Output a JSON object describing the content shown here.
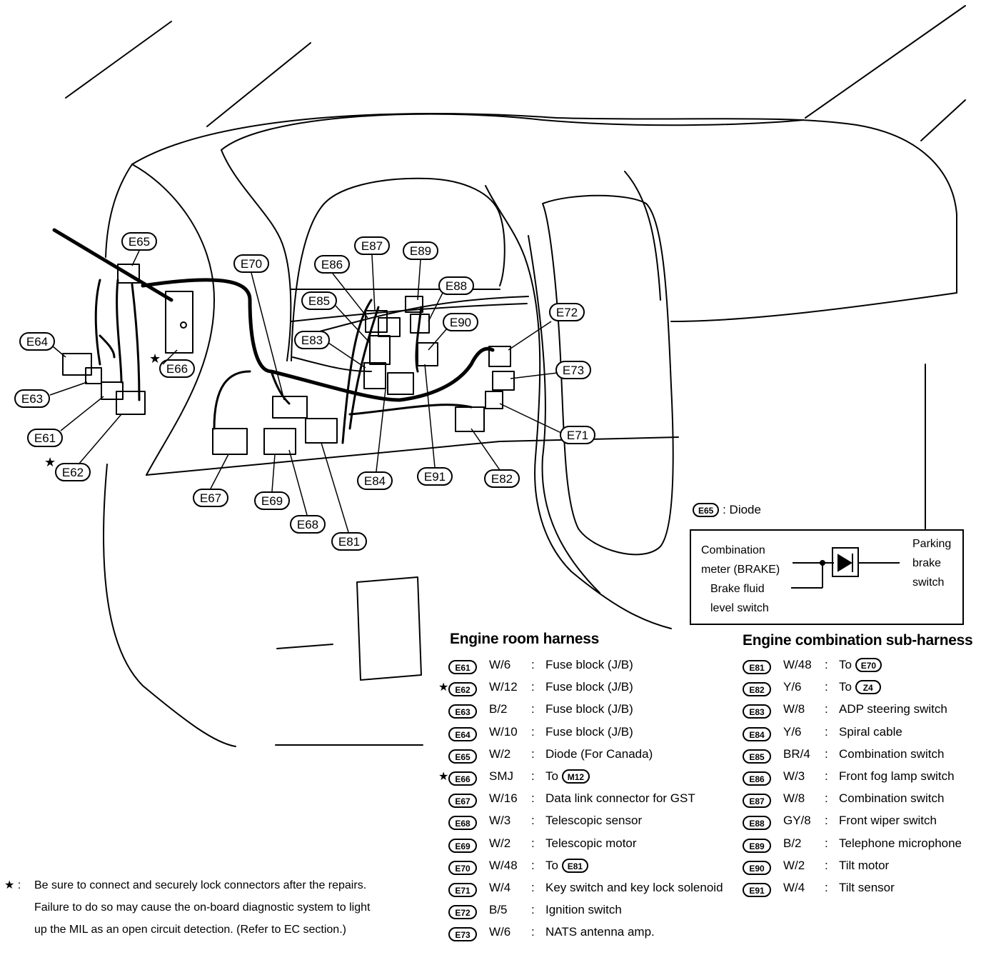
{
  "callouts": {
    "E65": "E65",
    "E70": "E70",
    "E86": "E86",
    "E87": "E87",
    "E89": "E89",
    "E88": "E88",
    "E85": "E85",
    "E90": "E90",
    "E72": "E72",
    "E83": "E83",
    "E64": "E64",
    "E66": "E66",
    "E73": "E73",
    "E63": "E63",
    "E61": "E61",
    "E71": "E71",
    "E62": "E62",
    "E84": "E84",
    "E91": "E91",
    "E82": "E82",
    "E67": "E67",
    "E69": "E69",
    "E68": "E68",
    "E81": "E81"
  },
  "star_symbol": "★",
  "diode_legend": {
    "tag": "E65",
    "text": ": Diode"
  },
  "diode_box": {
    "left_label_1": "Combination",
    "left_label_2": "meter (BRAKE)",
    "bottom_label_1": "Brake fluid",
    "bottom_label_2": "level switch",
    "right_label_1": "Parking",
    "right_label_2": "brake",
    "right_label_3": "switch"
  },
  "engine_room_harness": {
    "title": "Engine room harness",
    "rows": [
      {
        "id": "E61",
        "code": "W/6",
        "sep": ":",
        "desc": "Fuse block (J/B)"
      },
      {
        "id": "E62",
        "code": "W/12",
        "sep": ":",
        "desc": "Fuse block (J/B)"
      },
      {
        "id": "E63",
        "code": "B/2",
        "sep": ":",
        "desc": "Fuse block (J/B)"
      },
      {
        "id": "E64",
        "code": "W/10",
        "sep": ":",
        "desc": "Fuse block (J/B)"
      },
      {
        "id": "E65",
        "code": "W/2",
        "sep": ":",
        "desc": "Diode (For Canada)"
      },
      {
        "id": "E66",
        "code": "SMJ",
        "sep": ":",
        "desc": "To",
        "ref": "M12"
      },
      {
        "id": "E67",
        "code": "W/16",
        "sep": ":",
        "desc": "Data link connector for GST"
      },
      {
        "id": "E68",
        "code": "W/3",
        "sep": ":",
        "desc": "Telescopic sensor"
      },
      {
        "id": "E69",
        "code": "W/2",
        "sep": ":",
        "desc": "Telescopic motor"
      },
      {
        "id": "E70",
        "code": "W/48",
        "sep": ":",
        "desc": "To",
        "ref": "E81"
      },
      {
        "id": "E71",
        "code": "W/4",
        "sep": ":",
        "desc": "Key switch and key lock solenoid"
      },
      {
        "id": "E72",
        "code": "B/5",
        "sep": ":",
        "desc": "Ignition switch"
      },
      {
        "id": "E73",
        "code": "W/6",
        "sep": ":",
        "desc": "NATS antenna amp."
      }
    ]
  },
  "engine_combination_sub_harness": {
    "title": "Engine combination sub-harness",
    "rows": [
      {
        "id": "E81",
        "code": "W/48",
        "sep": ":",
        "desc": "To",
        "ref": "E70"
      },
      {
        "id": "E82",
        "code": "Y/6",
        "sep": ":",
        "desc": "To",
        "ref": "Z4"
      },
      {
        "id": "E83",
        "code": "W/8",
        "sep": ":",
        "desc": "ADP steering switch"
      },
      {
        "id": "E84",
        "code": "Y/6",
        "sep": ":",
        "desc": "Spiral cable"
      },
      {
        "id": "E85",
        "code": "BR/4",
        "sep": ":",
        "desc": "Combination switch"
      },
      {
        "id": "E86",
        "code": "W/3",
        "sep": ":",
        "desc": "Front fog lamp switch"
      },
      {
        "id": "E87",
        "code": "W/8",
        "sep": ":",
        "desc": "Combination switch"
      },
      {
        "id": "E88",
        "code": "GY/8",
        "sep": ":",
        "desc": "Front wiper switch"
      },
      {
        "id": "E89",
        "code": "B/2",
        "sep": ":",
        "desc": "Telephone microphone"
      },
      {
        "id": "E90",
        "code": "W/2",
        "sep": ":",
        "desc": "Tilt motor"
      },
      {
        "id": "E91",
        "code": "W/4",
        "sep": ":",
        "desc": "Tilt sensor"
      }
    ]
  },
  "footnote": {
    "symbol": "★ :",
    "line1": "Be sure to connect and securely lock connectors after the repairs.",
    "line2": "Failure to do so may cause the on-board diagnostic system to light",
    "line3": "up the MIL as an open circuit detection. (Refer to EC section.)"
  }
}
